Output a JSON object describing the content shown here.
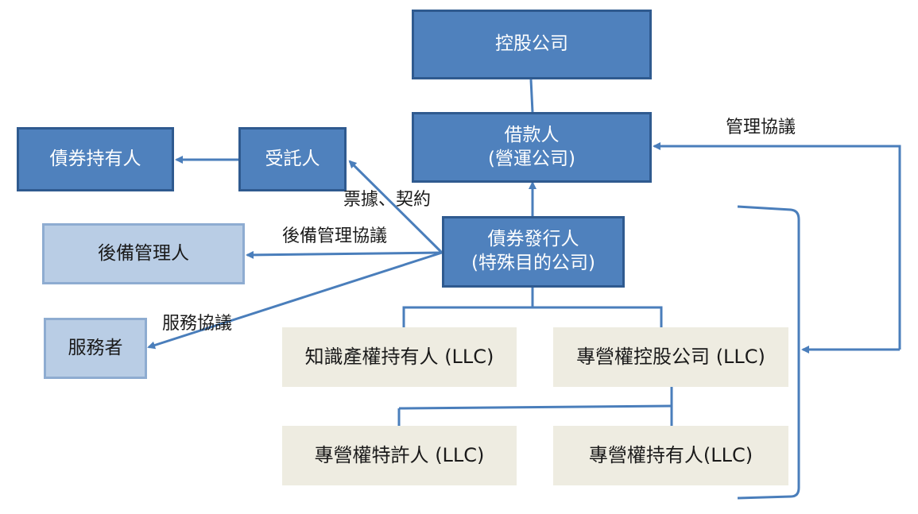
{
  "nodes": {
    "holding_company": "控股公司",
    "borrower": {
      "line1": "借款人",
      "line2": "(營運公司)"
    },
    "trustee": "受託人",
    "bondholders": "債券持有人",
    "issuer": {
      "line1": "債券發行人",
      "line2": "(特殊目的公司)"
    },
    "backup_manager": "後備管理人",
    "servicer": "服務者",
    "ip_holder": "知識產權持有人 (LLC)",
    "franchise_holding": "專營權控股公司 (LLC)",
    "franchisor": "專營權特許人 (LLC)",
    "franchise_holder": "專營權持有人(LLC)"
  },
  "edges": {
    "management_agreement": "管理協議",
    "notes_contract": "票據、契約",
    "backup_management_agreement": "後備管理協議",
    "servicing_agreement": "服務協議"
  },
  "colors": {
    "dark_fill": "#4f81bd",
    "light_fill": "#b9cde5",
    "beige_fill": "#eeece1",
    "connector": "#4a7ebb"
  }
}
